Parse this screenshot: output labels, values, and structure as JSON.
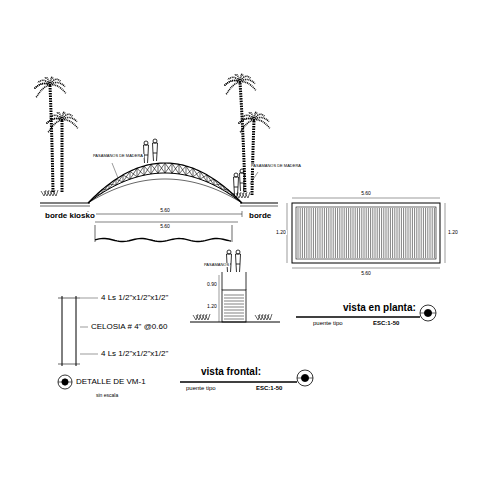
{
  "diagram": {
    "labels": [
      "borde kiosko",
      "borde",
      "5.60",
      "5.60",
      "PASAMANOS DE MADERA",
      "PASAMANOS DE MADERA",
      "5.60",
      "5.60",
      "1.20",
      "1.20",
      "PASAMANOS",
      "0.90",
      "1.20",
      "4 Ls 1/2\"x1/2\"x1/2\"",
      "CELOSIA # 4\" @0.60",
      "4 Ls 1/2\"x1/2\"x1/2\"",
      "DETALLE DE VM-1",
      "sin escala",
      "vista en planta:",
      "puente tipo",
      "ESC:1-50",
      "vista frontal:",
      "puente tipo",
      "ESC:1-50"
    ]
  }
}
